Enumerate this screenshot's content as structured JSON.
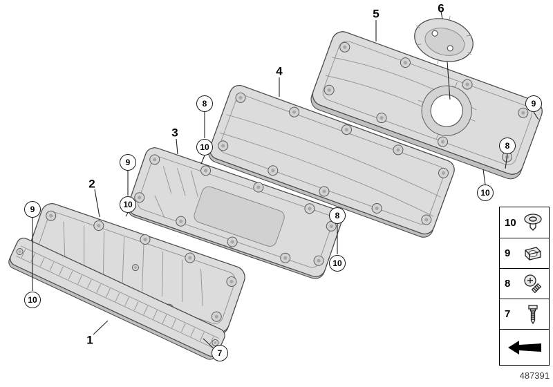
{
  "colors": {
    "background": "#ffffff",
    "panel_fill": "#dcdcdc",
    "panel_edge": "#4d4d4d",
    "line": "#1f1f1f",
    "callout_text": "#000000"
  },
  "callouts": {
    "part1": "1",
    "part2": "2",
    "part3": "3",
    "part4": "4",
    "part5": "5",
    "part6": "6",
    "f7": "7",
    "f8": "8",
    "f9": "9",
    "f10": "10"
  },
  "legend": {
    "items": [
      {
        "label": "10",
        "icon": "expansion-rivet"
      },
      {
        "label": "9",
        "icon": "clip-nut"
      },
      {
        "label": "8",
        "icon": "torx-screw"
      },
      {
        "label": "7",
        "icon": "hex-screw"
      },
      {
        "label": "",
        "icon": "direction-arrow"
      }
    ]
  },
  "footer": {
    "diagram_number": "487391"
  }
}
